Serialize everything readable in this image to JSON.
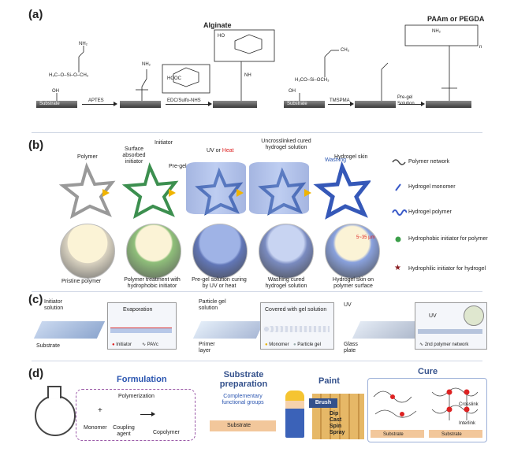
{
  "panel_a": {
    "label": "(a)",
    "alginate": "Alginate",
    "paam_pegda": "PAAm or PEGDA",
    "substrate": "Substrate",
    "aptes": "APTES",
    "edc": "EDC/Sulfo-NHS",
    "tmspma": "TMSPMA",
    "pregel_solution": "Pre-gel Solution",
    "oh": "OH",
    "nh2": "NH₂",
    "h3co_och3": "H₃CO–Si–OCH₃",
    "och3": "OCH₃",
    "ho": "HO",
    "cooh": "HOOC",
    "nh": "NH",
    "o": "O",
    "h3c_o": "H₃C–O–Si–O–CH₃",
    "ch3": "CH₃",
    "n": "n"
  },
  "panel_b": {
    "label": "(b)",
    "polymer": "Polymer",
    "surface_absorbed": "Surface absorbed initiator",
    "initiator": "Initiator",
    "pregel": "Pre-gel",
    "uv": "UV or ",
    "heat": "Heat",
    "uncrosslinked": "Uncrosslinked cured hydrogel solution",
    "washing": "Washing",
    "hydrogel_skin": "Hydrogel skin",
    "c1": "Pristine polymer",
    "c2": "Polymer treatment with hydrophobic initiator",
    "c3": "Pre-gel solution curing by UV or heat",
    "c4": "Washing cured hydrogel solution",
    "c5": "Hydrogel skin on polymer surface",
    "thickness": "5~35 µm",
    "legend": [
      "Polymer network",
      "Hydrogel monomer",
      "Hydrogel polymer",
      "Hydrophobic initiator for polymer",
      "Hydrophilic initiator for hydrogel"
    ]
  },
  "panel_c": {
    "label": "(c)",
    "initiator_solution": "Initiator solution",
    "substrate": "Substrate",
    "evaporation": "Evaporation",
    "initiator": "Initiator",
    "pavc": "PAVc",
    "particle_gel_solution": "Particle gel solution",
    "primer_layer": "Primer layer",
    "covered": "Covered with gel solution",
    "monomer": "Monomer",
    "particle_gel": "Particle gel",
    "uv": "UV",
    "glass_plate": "Glass plate",
    "second_network": "2nd polymer network"
  },
  "panel_d": {
    "label": "(d)",
    "formulation": "Formulation",
    "polymerization": "Polymerization",
    "monomer": "Monomer",
    "coupling_agent": "Coupling agent",
    "copolymer": "Copolymer",
    "substrate_prep": "Substrate preparation",
    "complementary": "Complementary functional groups",
    "substrate": "Substrate",
    "paint": "Paint",
    "brush": "Brush",
    "methods": [
      "Dip",
      "Cast",
      "Spin",
      "Spray"
    ],
    "cure": "Cure",
    "crosslink": "Crosslink",
    "interlink": "Interlink",
    "plus": "+"
  }
}
